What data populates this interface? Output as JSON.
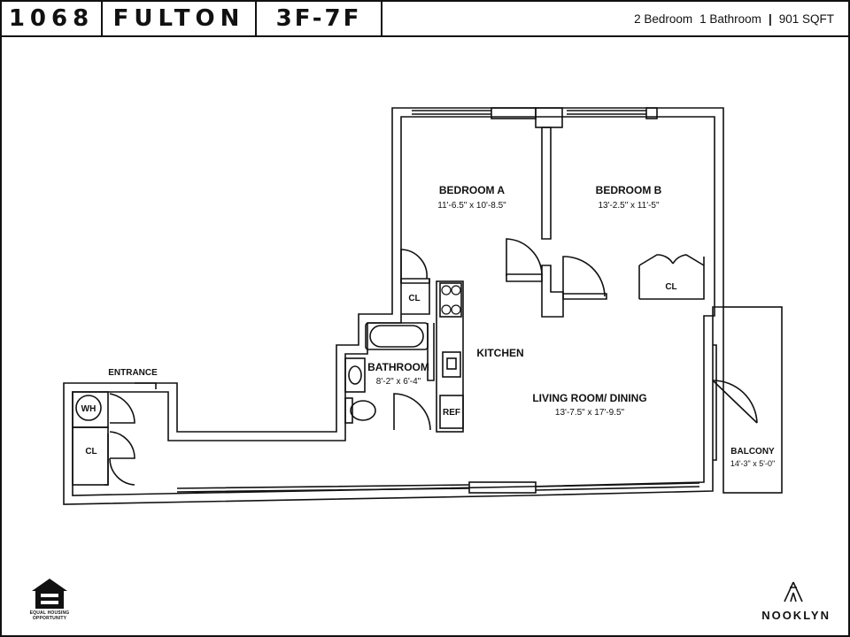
{
  "header": {
    "building_number": "1068",
    "street": "FULTON",
    "floors": "3F-7F",
    "bedrooms": "2 Bedroom",
    "bathrooms": "1 Bathroom",
    "separator": "|",
    "area": "901 SQFT"
  },
  "rooms": {
    "bedroom_a": {
      "name": "BEDROOM A",
      "dims": "11'-6.5\" x 10'-8.5\""
    },
    "bedroom_b": {
      "name": "BEDROOM B",
      "dims": "13'-2.5\" x 11'-5\""
    },
    "kitchen": {
      "name": "KITCHEN"
    },
    "bathroom": {
      "name": "BATHROOM",
      "dims": "8'-2\" x 6'-4\""
    },
    "living": {
      "name": "LIVING ROOM/ DINING",
      "dims": "13'-7.5\" x 17'-9.5\""
    },
    "balcony": {
      "name": "BALCONY",
      "dims": "14'-3\" x 5'-0\""
    },
    "entrance": {
      "name": "ENTRANCE"
    },
    "closet_bed_a": "CL",
    "closet_bed_b": "CL",
    "closet_entry": "CL",
    "water_heater": "WH",
    "refrigerator": "REF"
  },
  "footer": {
    "equal_housing": "EQUAL HOUSING OPPORTUNITY",
    "brand": "NOOKLYN"
  }
}
